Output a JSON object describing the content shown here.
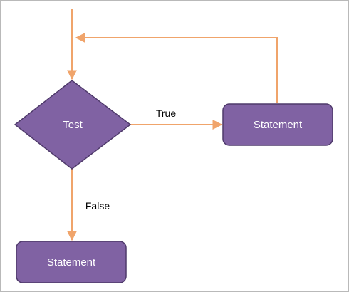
{
  "colors": {
    "node_fill": "#8062A3",
    "node_stroke": "#4F3A6B",
    "edge": "#F0A46B"
  },
  "nodes": {
    "test": {
      "label": "Test",
      "shape": "diamond"
    },
    "statement_true": {
      "label": "Statement",
      "shape": "rounded-rectangle"
    },
    "statement_false": {
      "label": "Statement",
      "shape": "rounded-rectangle"
    }
  },
  "edges": {
    "true_label": "True",
    "false_label": "False"
  }
}
